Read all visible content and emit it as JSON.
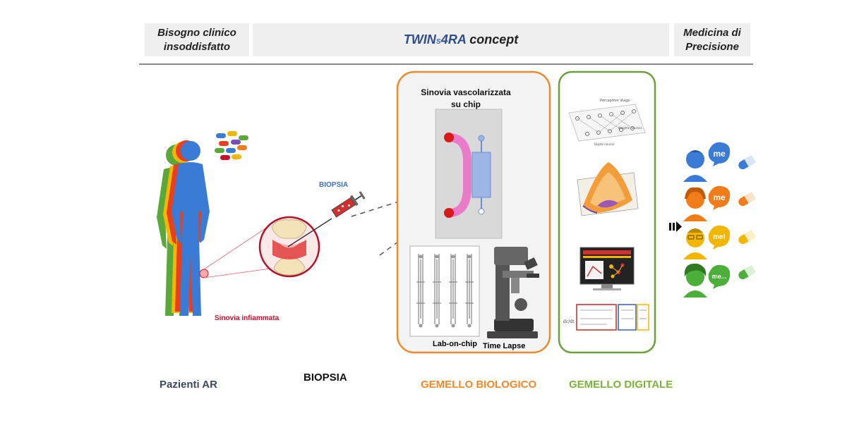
{
  "header": {
    "left": "Bisogno clinico insoddisfatto",
    "center_brand_a": "TWIN",
    "center_brand_s": "s",
    "center_brand_b": "4RA",
    "center_suffix": " concept",
    "right": "Medicina di Precisione"
  },
  "labels": {
    "biopsy_tag": "BIOPSIA",
    "sinovia_infiammata": "Sinovia infiammata",
    "sinovia_chip": "Sinovia vascolarizzata su chip",
    "lab_on_chip": "Lab-on-chip",
    "time_lapse": "Time Lapse"
  },
  "bottom_labels": {
    "pazienti": "Pazienti AR",
    "biopsia": "BIOPSIA",
    "gemello_biologico": "GEMELLO BIOLOGICO",
    "gemello_digitale": "GEMELLO DIGITALE"
  },
  "digital_twin": {
    "panel_text_1": "Perceptron stage",
    "panel_text_2": "Weights neurons",
    "panel_text_3": "Digital neuron"
  },
  "patients": {
    "bubble_1": "me",
    "bubble_2": "me",
    "bubble_3": "me!",
    "bubble_4": "me..."
  },
  "colors": {
    "biological_border": "#ee8a2c",
    "digital_border": "#6aa13a",
    "patient_blue": "#3a7bd5",
    "patient_orange": "#f07d1a",
    "patient_yellow": "#f2b705",
    "patient_green": "#4caf3a"
  }
}
